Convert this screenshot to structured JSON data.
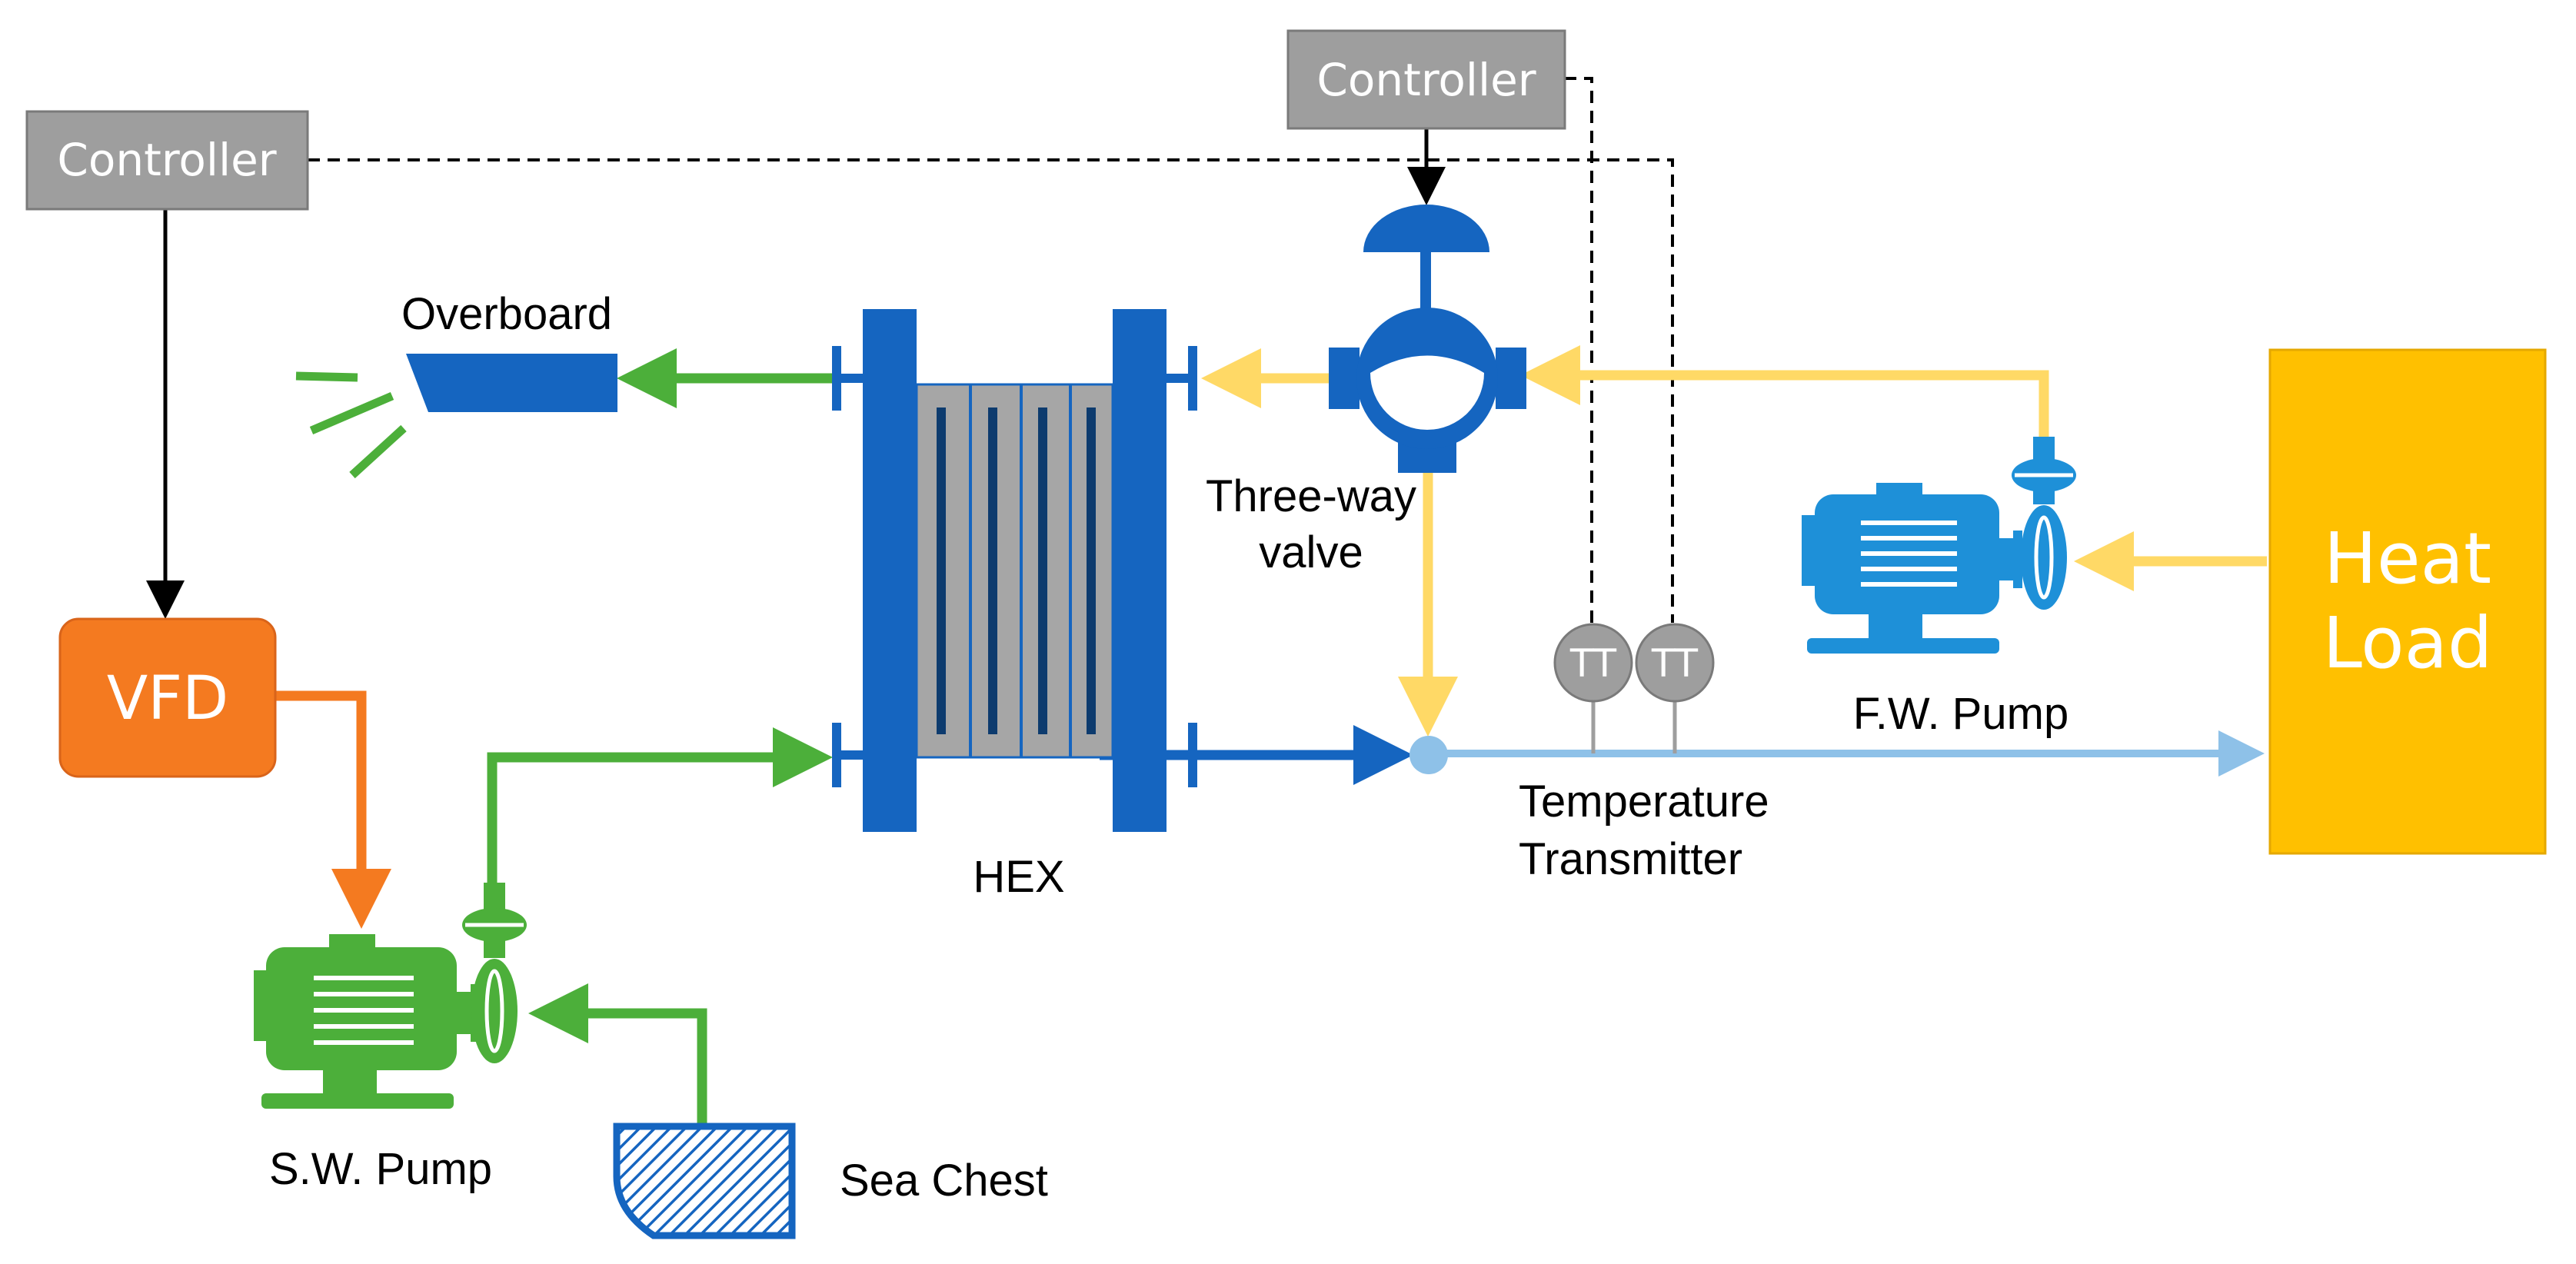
{
  "controller_left": {
    "label": "Controller"
  },
  "controller_top": {
    "label": "Controller"
  },
  "vfd": {
    "label": "VFD"
  },
  "overboard": {
    "label": "Overboard"
  },
  "hex": {
    "label": "HEX"
  },
  "valve": {
    "line1": "Three-way",
    "line2": "valve"
  },
  "transmitter": {
    "tt1": "TT",
    "tt2": "TT",
    "line1": "Temperature",
    "line2": "Transmitter"
  },
  "fw_pump": {
    "label": "F.W. Pump"
  },
  "sw_pump": {
    "label": "S.W. Pump"
  },
  "sea_chest": {
    "label": "Sea Chest"
  },
  "heat_load": {
    "line1": "Heat",
    "line2": "Load"
  },
  "colors": {
    "seawater": "#4CAF3A",
    "freshwater_hot": "#FFD966",
    "freshwater_cold": "#8EC1E8",
    "equipment_blue": "#1565C0",
    "pump_blue": "#1E90D8",
    "pump_green": "#4CAF3A",
    "vfd": "#F47A20",
    "heat_load": "#FFC000",
    "controller": "#9E9E9E",
    "signal": "#000000"
  }
}
